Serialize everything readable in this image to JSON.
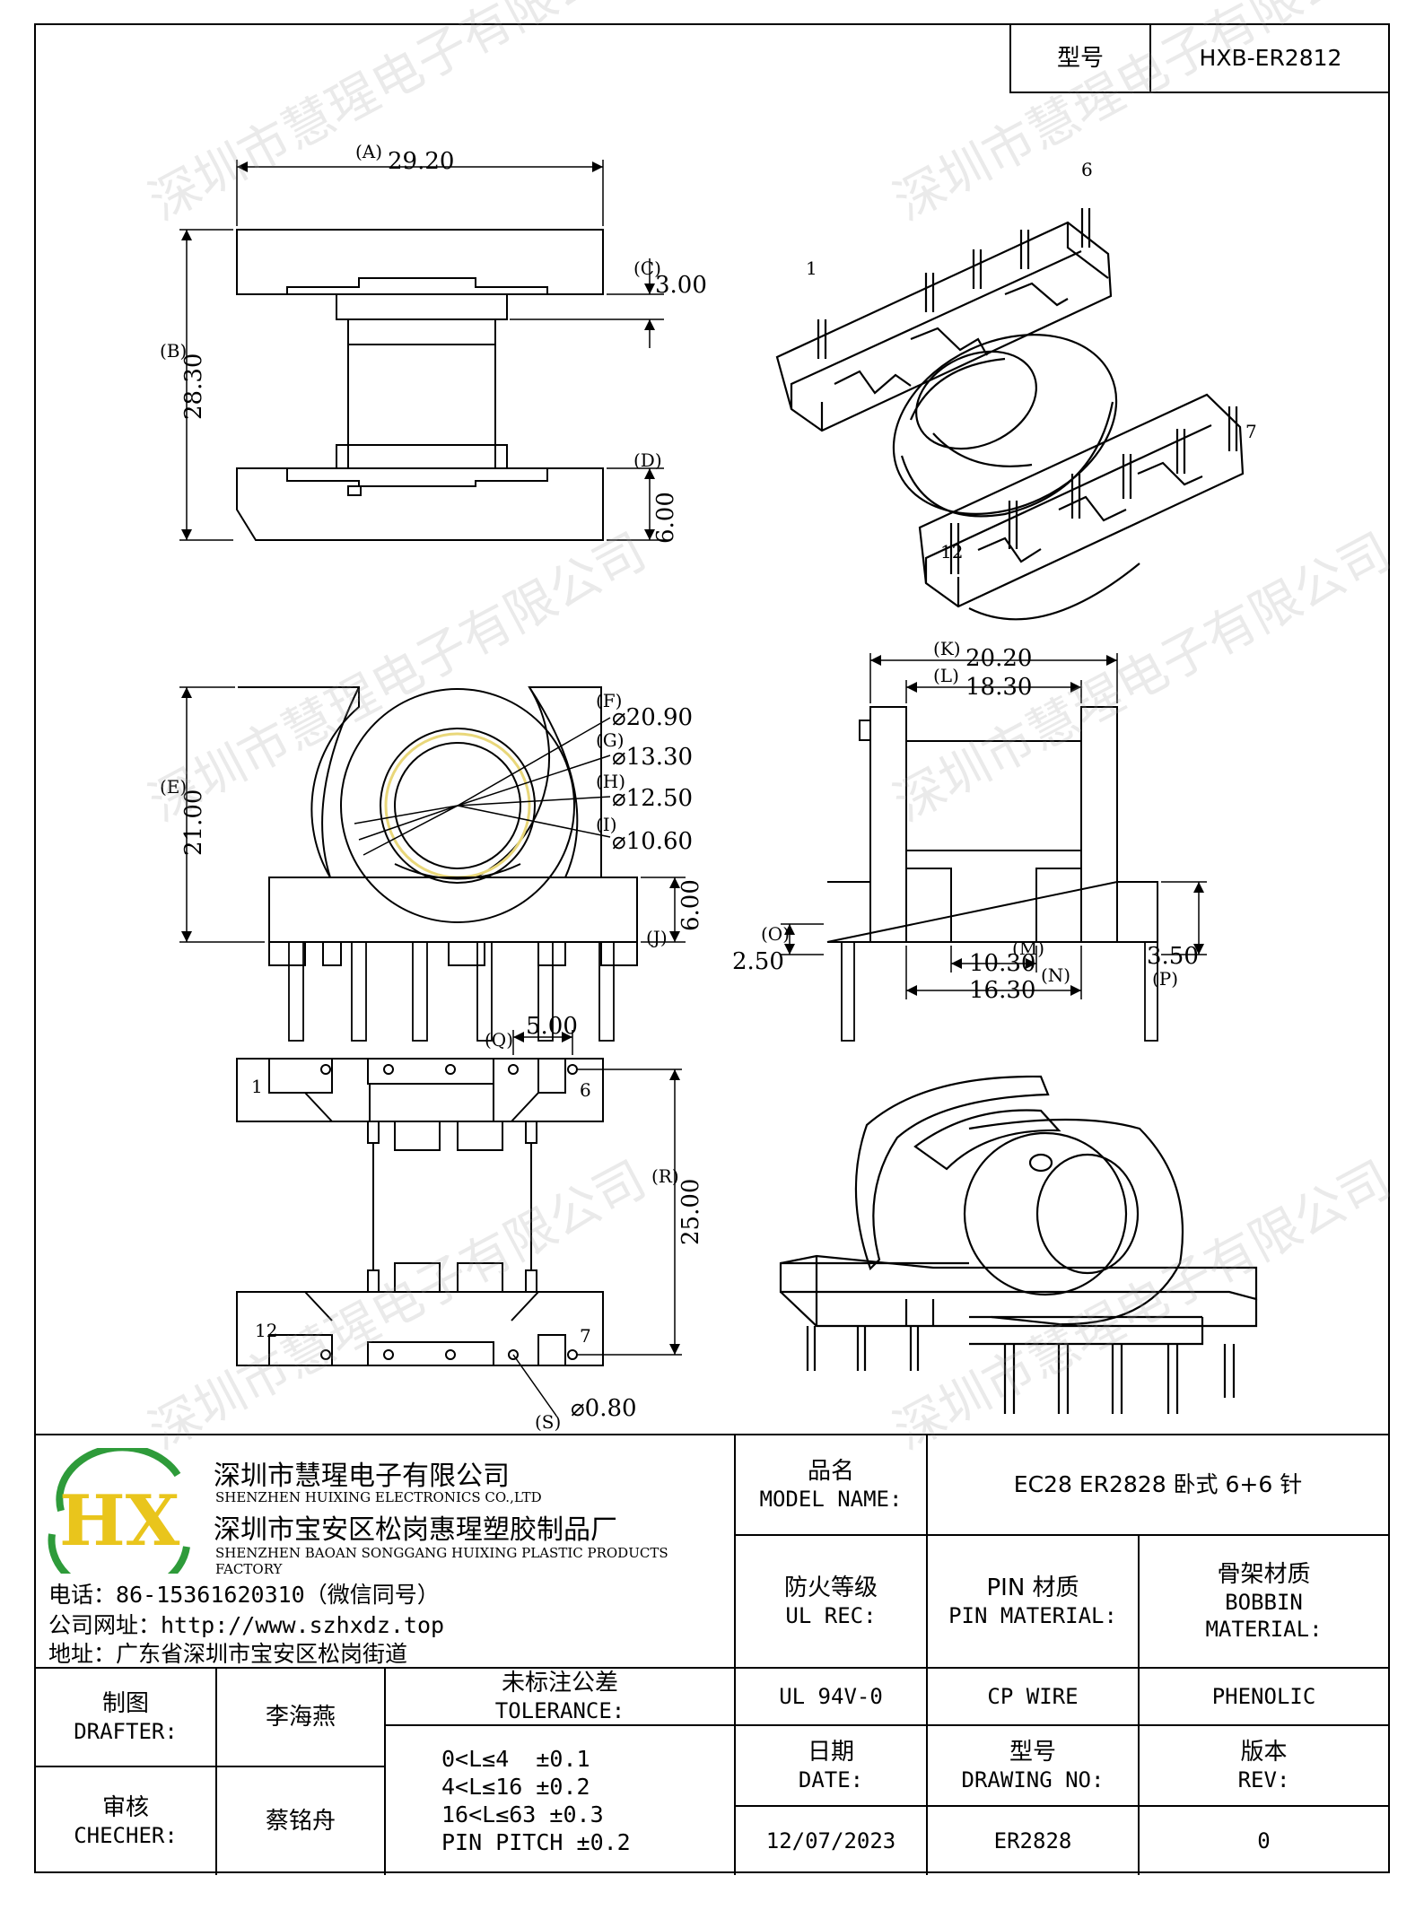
{
  "header": {
    "model_label": "型号",
    "model_value": "HXB-ER2812"
  },
  "watermark": "深圳市慧瑆电子有限公司",
  "drawing": {
    "top_view": {
      "dims": [
        {
          "tag": "(A)",
          "value": "29.20"
        },
        {
          "tag": "(B)",
          "value": "28.30"
        },
        {
          "tag": "(C)",
          "value": "3.00"
        },
        {
          "tag": "(D)",
          "value": "6.00"
        }
      ]
    },
    "front_view": {
      "dims": [
        {
          "tag": "(E)",
          "value": "21.00"
        },
        {
          "tag": "(F)",
          "value": "⌀20.90"
        },
        {
          "tag": "(G)",
          "value": "⌀13.30"
        },
        {
          "tag": "(H)",
          "value": "⌀12.50"
        },
        {
          "tag": "(I)",
          "value": "⌀10.60"
        },
        {
          "tag": "(J)",
          "value": "6.00"
        }
      ]
    },
    "side_view": {
      "dims": [
        {
          "tag": "(K)",
          "value": "20.20"
        },
        {
          "tag": "(L)",
          "value": "18.30"
        },
        {
          "tag": "(M)",
          "value": "10.30"
        },
        {
          "tag": "(N)",
          "value": "16.30"
        },
        {
          "tag": "(O)",
          "value": "2.50"
        },
        {
          "tag": "(P)",
          "value": "3.50"
        }
      ]
    },
    "bottom_view": {
      "dims": [
        {
          "tag": "(Q)",
          "value": "5.00"
        },
        {
          "tag": "(R)",
          "value": "25.00"
        },
        {
          "tag": "(S)",
          "value": "⌀0.80"
        }
      ],
      "pin_labels": [
        "1",
        "6",
        "12",
        "7"
      ]
    },
    "iso_pin_labels": [
      "1",
      "6",
      "12",
      "7"
    ]
  },
  "company": {
    "name_cn": "深圳市慧瑆电子有限公司",
    "name_en": "SHENZHEN HUIXING ELECTRONICS CO.,LTD",
    "factory_cn": "深圳市宝安区松岗惠瑆塑胶制品厂",
    "factory_en": "SHENZHEN BAOAN SONGGANG HUIXING PLASTIC PRODUCTS FACTORY",
    "phone": "电话：86-15361620310（微信同号）",
    "website": "公司网址：http://www.szhxdz.top",
    "address": "地址：广东省深圳市宝安区松岗街道",
    "logo_text": "HX",
    "colors": {
      "logo_green": "#2e9b3a",
      "logo_yellow": "#e9c51c"
    }
  },
  "title_block": {
    "model_name_cn": "品名",
    "model_name_en": "MODEL NAME:",
    "model_name_value": "EC28 ER2828 卧式 6+6 针",
    "ul_rec_cn": "防火等级",
    "ul_rec_en": "UL REC:",
    "ul_rec_value": "UL 94V-0",
    "pin_material_cn": "PIN 材质",
    "pin_material_en": "PIN MATERIAL:",
    "pin_material_value": "CP WIRE",
    "bobbin_material_cn": "骨架材质",
    "bobbin_material_en1": "BOBBIN",
    "bobbin_material_en2": "MATERIAL:",
    "bobbin_material_value": "PHENOLIC",
    "drafter_cn": "制图",
    "drafter_en": "DRAFTER:",
    "drafter_value": "李海燕",
    "checker_cn": "审核",
    "checker_en": "CHECHER:",
    "checker_value": "蔡铭舟",
    "tolerance_cn": "未标注公差",
    "tolerance_en": "TOLERANCE:",
    "tolerances": [
      "0<L≤4  ±0.1",
      "4<L≤16 ±0.2",
      "16<L≤63 ±0.3",
      "PIN PITCH ±0.2"
    ],
    "date_cn": "日期",
    "date_en": "DATE:",
    "date_value": "12/07/2023",
    "drawing_no_cn": "型号",
    "drawing_no_en": "DRAWING NO:",
    "drawing_no_value": "ER2828",
    "rev_cn": "版本",
    "rev_en": "REV:",
    "rev_value": "0"
  }
}
